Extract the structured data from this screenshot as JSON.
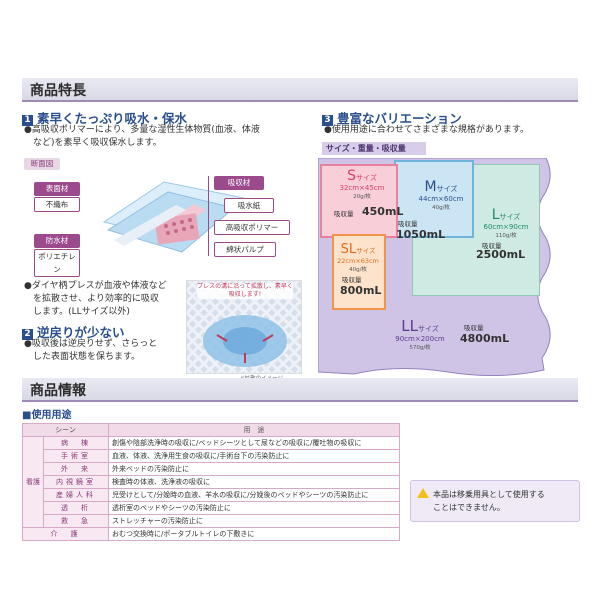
{
  "features": {
    "title": "商品特長",
    "s1": {
      "num": "1",
      "title": "素早くたっぷり吸水・保水",
      "text1": "●高吸収ポリマーにより、多量な湿性生体物質(血液、体液",
      "text2": "　など)を素早く吸収保水します。"
    },
    "diagram": {
      "title": "断面図",
      "surface": "表面材",
      "surface_sub": "不織布",
      "backing": "防水材",
      "backing_sub": "ポリエチレン",
      "absorb": "吸収材",
      "paper": "吸水紙",
      "polymer": "高吸収ポリマー",
      "pulp": "綿状パルプ"
    },
    "diamond": {
      "t1": "●ダイヤ柄プレスが血液や体液など",
      "t2": "　を拡散させ、より効率的に吸収",
      "t3": "　します。(LLサイズ以外)"
    },
    "s2": {
      "num": "2",
      "title": "逆戻りが少ない",
      "t1": "●吸収後は逆戻りせず、さらっと",
      "t2": "　した表面状態を保ちます。"
    },
    "callout": "プレスの溝に沿って拡散し、素早く吸収します!",
    "enlarge_note": "※拡散のイメージ",
    "s3": {
      "num": "3",
      "title": "豊富なバリエーション",
      "text": "●使用用途に合わせてさまざまな規格があります。"
    },
    "size_band": "サイズ・重量・吸収量",
    "sizes": [
      {
        "name": "S",
        "suffix": "サイズ",
        "dims": "32cm×45cm",
        "weight": "20g/枚",
        "absorb_label": "吸収量",
        "absorb": "450mL",
        "color": "#e03a6c"
      },
      {
        "name": "M",
        "suffix": "サイズ",
        "dims": "44cm×60cm",
        "weight": "40g/枚",
        "absorb_label": "吸収量",
        "absorb": "1050mL",
        "color": "#2b4f8e"
      },
      {
        "name": "L",
        "suffix": "サイズ",
        "dims": "60cm×90cm",
        "weight": "110g/枚",
        "absorb_label": "吸収量",
        "absorb": "2500mL",
        "color": "#1c8a6a"
      },
      {
        "name": "SL",
        "suffix": "サイズ",
        "dims": "22cm×63cm",
        "weight": "40g/枚",
        "absorb_label": "吸収量",
        "absorb": "800mL",
        "color": "#e26b17"
      },
      {
        "name": "LL",
        "suffix": "サイズ",
        "dims": "90cm×200cm",
        "weight": "570g/枚",
        "absorb_label": "吸収量",
        "absorb": "4800mL",
        "color": "#5b3d8e"
      }
    ]
  },
  "info": {
    "title": "商品情報",
    "use_title": "■使用用途",
    "table": {
      "h_scene": "シーン",
      "h_use": "用　途",
      "group": "看護",
      "rows": [
        {
          "scene": "病　棟",
          "use": "創傷や陰部洗浄時の吸収に/ベッドシーツとして尿などの吸収に/覆吐物の吸収に"
        },
        {
          "scene": "手術室",
          "use": "血液、体液、洗浄用生食の吸収に/手術台下の汚染防止に"
        },
        {
          "scene": "外　来",
          "use": "外来ベッドの汚染防止に"
        },
        {
          "scene": "内視鏡室",
          "use": "検査時の体液、洗浄液の吸収に"
        },
        {
          "scene": "産婦人科",
          "use": "児受けとして/分娩時の血液、羊水の吸収に/分娩後のベッドやシーツの汚染防止に"
        },
        {
          "scene": "透　析",
          "use": "透析室のベッドやシーツの汚染防止に"
        },
        {
          "scene": "救　急",
          "use": "ストレッチャーの汚染防止に"
        }
      ],
      "last_scene": "介　護",
      "last_use": "おむつ交換時に/ポータブルトイレの下敷きに"
    },
    "warning": {
      "line1": "本品は移乗用具として使用する",
      "line2": "ことはできません。"
    }
  }
}
